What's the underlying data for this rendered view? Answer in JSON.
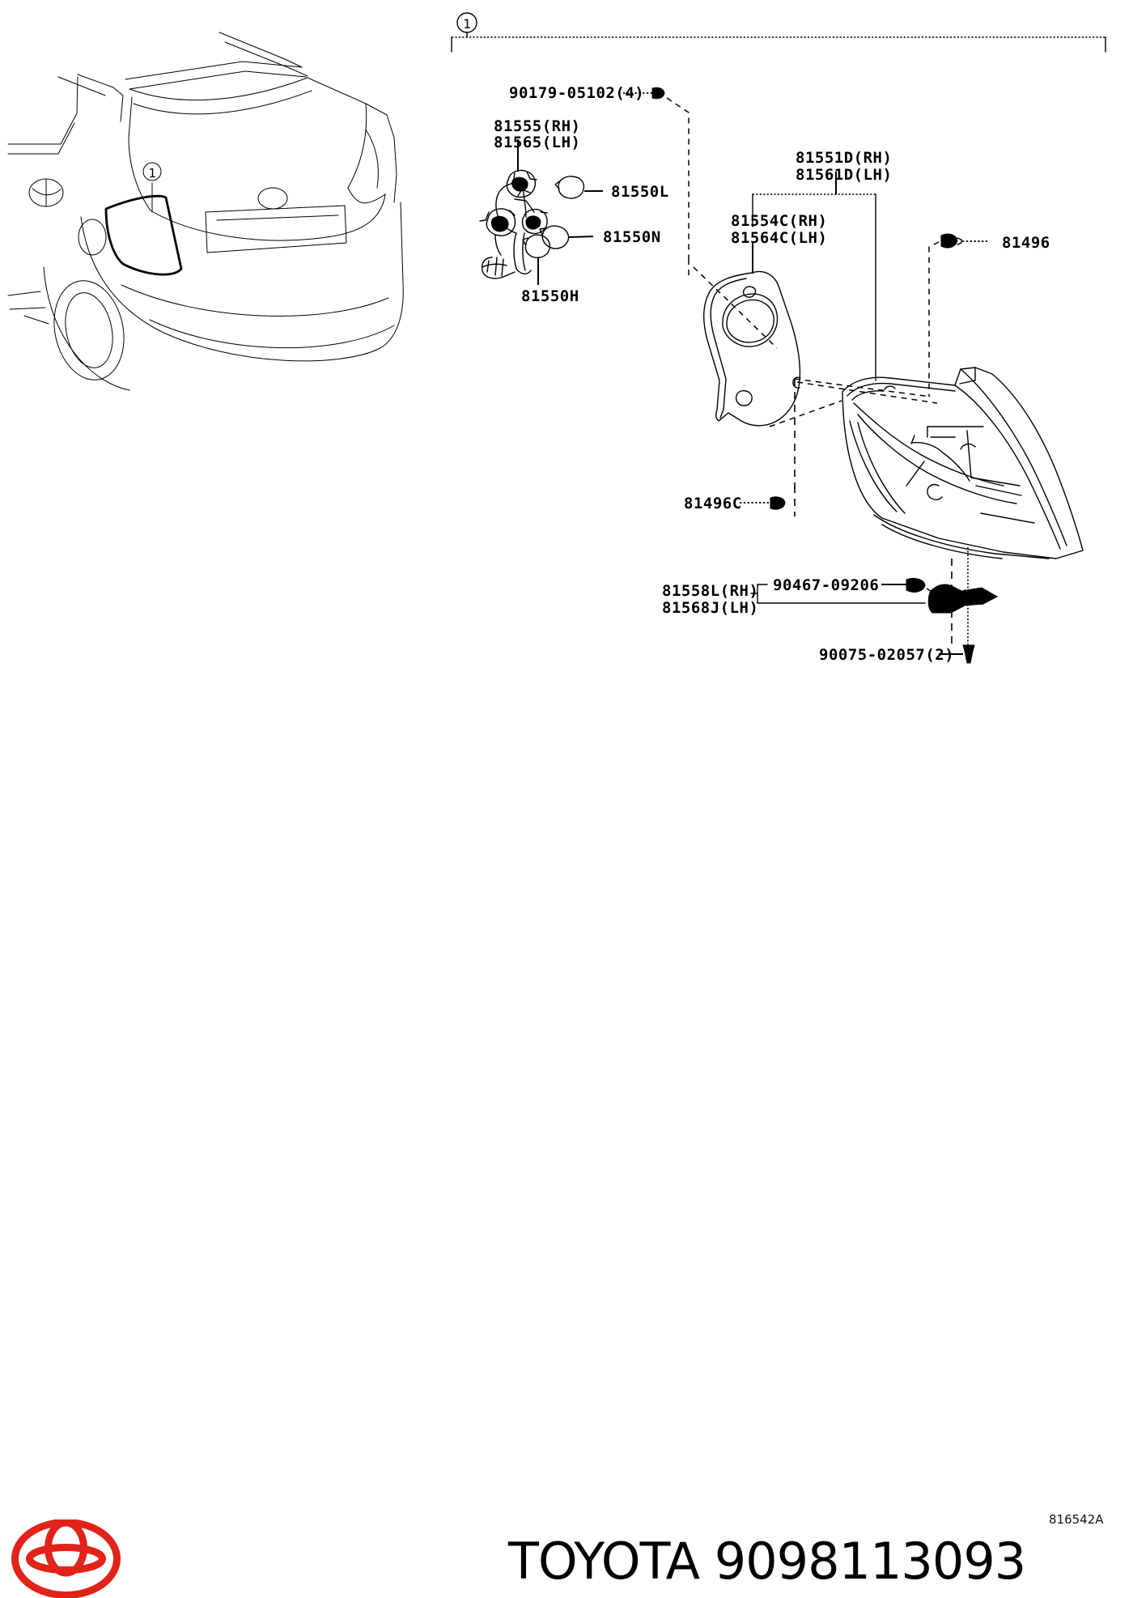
{
  "diagram": {
    "code": "816542A",
    "callout_number": "1",
    "vehicle_callout_number": "1",
    "brand": "TOYOTA",
    "part_number": "9098113093",
    "title_text": "TOYOTA 9098113093"
  },
  "labels": {
    "screw_top": "90179-05102(4)",
    "socket_rh": "81555(RH)",
    "socket_lh": "81565(LH)",
    "bulb_l": "81550L",
    "bulb_n": "81550N",
    "bulb_h": "81550H",
    "lamp_assy_rh": "81551D(RH)",
    "lamp_assy_lh": "81561D(LH)",
    "gasket_rh": "81554C(RH)",
    "gasket_lh": "81564C(LH)",
    "clip_upper": "81496",
    "clip_lower": "81496C",
    "retainer_rh": "81558L(RH)",
    "retainer_lh": "81568J(LH)",
    "nut": "90467-09206",
    "screw_bottom": "90075-02057(2)"
  },
  "colors": {
    "ink": "#000000",
    "brand_red": "#E2231A",
    "paper": "#FFFFFF"
  }
}
